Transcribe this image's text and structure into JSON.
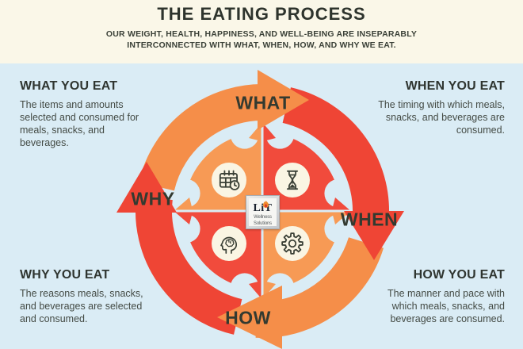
{
  "header": {
    "title": "THE EATING PROCESS",
    "subtitle": "OUR WEIGHT, HEALTH, HAPPINESS, AND WELL-BEING ARE INSEPARABLY INTERCONNECTED WITH WHAT, WHEN, HOW, AND WHY WE EAT."
  },
  "cycle": {
    "labels": {
      "what": "WHAT",
      "when": "WHEN",
      "how": "HOW",
      "why": "WHY"
    },
    "icons": {
      "what": "calendar-clock-icon",
      "when": "hourglass-icon",
      "why": "head-brain-icon",
      "how": "gear-icon"
    }
  },
  "sections": {
    "what": {
      "heading": "WHAT YOU EAT",
      "body": "The items and amounts selected and consumed for meals, snacks, and beverages."
    },
    "when": {
      "heading": "WHEN YOU EAT",
      "body": "The timing with which meals, snacks, and beverages are consumed."
    },
    "why": {
      "heading": "WHY YOU EAT",
      "body": "The reasons meals, snacks, and beverages are selected and consumed."
    },
    "how": {
      "heading": "HOW YOU EAT",
      "body": "The manner and pace with which meals, snacks, and beverages are consumed."
    }
  },
  "logo": {
    "brand": "LiT",
    "tagline_line1": "Wellness",
    "tagline_line2": "Solutions"
  },
  "colors": {
    "ring_orange": "#F58E49",
    "quadrant_orange": "#F79A55",
    "ring_red": "#EF4535",
    "quadrant_red": "#F14B3C",
    "background": "#DAECF5",
    "header_background": "#FAF7E8",
    "icon_circle_cream": "#FAF5E3",
    "dark_text": "#333A30"
  }
}
